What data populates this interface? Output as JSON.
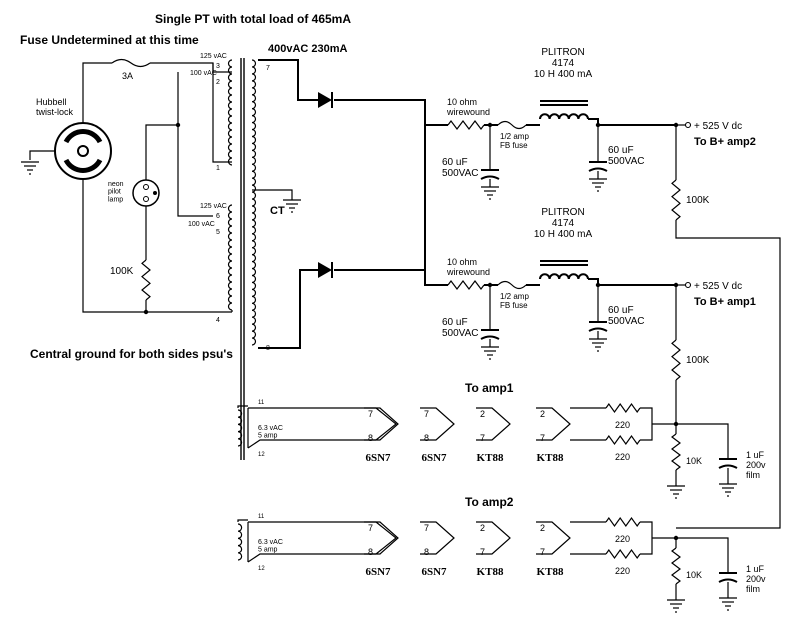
{
  "notes": {
    "title": "Single PT with total load of 465mA",
    "fuse_note": "Fuse Undetermined at this time",
    "ground_note": "Central ground for both sides psu's"
  },
  "mains": {
    "plug": "Hubbell\ntwist-lock",
    "fuse": "3A",
    "lamp": "neon\npilot\nlamp",
    "resistor": "100K"
  },
  "transformer": {
    "secondary": "400vAC 230mA",
    "ct": "CT",
    "taps": {
      "t3": "3",
      "t2": "2",
      "t1": "1",
      "t6": "6",
      "t5": "5",
      "t4": "4",
      "t7": "7",
      "t8": "8",
      "v125a": "125 vAC",
      "v100a": "100 vAC",
      "v125b": "125 vAC",
      "v100b": "100 vAC"
    }
  },
  "supplies": [
    {
      "resistor": "10 ohm\nwirewound",
      "fuse": "1/2 amp\nFB fuse",
      "choke": "PLITRON\n4174\n10 H 400 mA",
      "cap_in": "60 uF\n500VAC",
      "cap_out": "60 uF\n500VAC",
      "voltage": "+ 525 V dc",
      "dest": "To B+ amp2",
      "bleeder": "100K"
    },
    {
      "resistor": "10 ohm\nwirewound",
      "fuse": "1/2 amp\nFB fuse",
      "choke": "PLITRON\n4174\n10 H 400 mA",
      "cap_in": "60 uF\n500VAC",
      "cap_out": "60 uF\n500VAC",
      "voltage": "+ 525 V dc",
      "dest": "To B+ amp1",
      "bleeder": "100K"
    }
  ],
  "heaters": [
    {
      "title": "To amp1",
      "winding": "6.3 vAC\n5 amp",
      "pin_top": "11",
      "pin_bot": "12",
      "tubes": [
        {
          "top": "7",
          "bottom": "8",
          "name": "6SN7"
        },
        {
          "top": "7",
          "bottom": "8",
          "name": "6SN7"
        },
        {
          "top": "2",
          "bottom": "7",
          "name": "KT88"
        },
        {
          "top": "2",
          "bottom": "7",
          "name": "KT88"
        }
      ],
      "r_top": "220",
      "r_bot": "220",
      "r_gnd": "10K",
      "cap": "1 uF\n200v\nfilm"
    },
    {
      "title": "To amp2",
      "winding": "6.3 vAC\n5 amp",
      "pin_top": "11",
      "pin_bot": "12",
      "tubes": [
        {
          "top": "7",
          "bottom": "8",
          "name": "6SN7"
        },
        {
          "top": "7",
          "bottom": "8",
          "name": "6SN7"
        },
        {
          "top": "2",
          "bottom": "7",
          "name": "KT88"
        },
        {
          "top": "2",
          "bottom": "7",
          "name": "KT88"
        }
      ],
      "r_top": "220",
      "r_bot": "220",
      "r_gnd": "10K",
      "cap": "1 uF\n200v\nfilm"
    }
  ]
}
